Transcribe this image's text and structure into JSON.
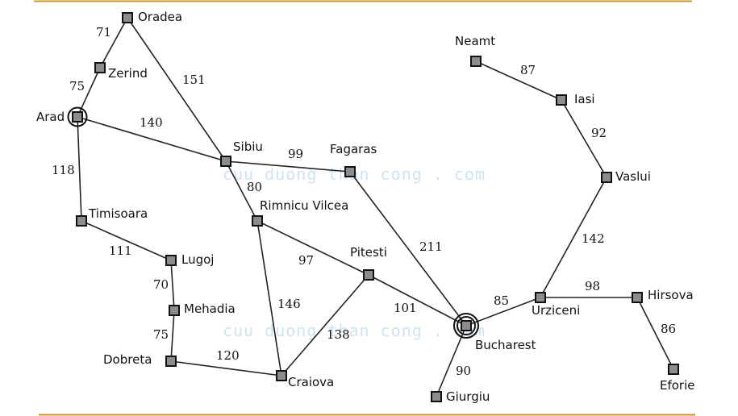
{
  "colors": {
    "rule": "#c8962a",
    "node_fill": "#8c8c8c",
    "line": "#222222",
    "watermark": "#cfe4f2"
  },
  "watermark": "cuu duong than cong . com",
  "cities": {
    "oradea": "Oradea",
    "zerind": "Zerind",
    "arad": "Arad",
    "sibiu": "Sibiu",
    "fagaras": "Fagaras",
    "timisoara": "Timisoara",
    "rimnicu": "Rimnicu Vilcea",
    "lugoj": "Lugoj",
    "pitesti": "Pitesti",
    "mehadia": "Mehadia",
    "dobreta": "Dobreta",
    "craiova": "Craiova",
    "bucharest": "Bucharest",
    "giurgiu": "Giurgiu",
    "neamt": "Neamt",
    "iasi": "Iasi",
    "vaslui": "Vaslui",
    "urziceni": "Urziceni",
    "hirsova": "Hirsova",
    "eforie": "Eforie"
  },
  "roads": {
    "oradea_zerind": "71",
    "zerind_arad": "75",
    "oradea_sibiu": "151",
    "arad_sibiu": "140",
    "arad_timisoara": "118",
    "sibiu_fagaras": "99",
    "sibiu_rimnicu": "80",
    "timisoara_lugoj": "111",
    "lugoj_mehadia": "70",
    "mehadia_dobreta": "75",
    "dobreta_craiova": "120",
    "rimnicu_pitesti": "97",
    "rimnicu_craiova": "146",
    "pitesti_craiova": "138",
    "pitesti_bucharest": "101",
    "fagaras_bucharest": "211",
    "bucharest_giurgiu": "90",
    "bucharest_urziceni": "85",
    "urziceni_vaslui": "142",
    "urziceni_hirsova": "98",
    "vaslui_iasi": "92",
    "iasi_neamt": "87",
    "hirsova_eforie": "86"
  }
}
